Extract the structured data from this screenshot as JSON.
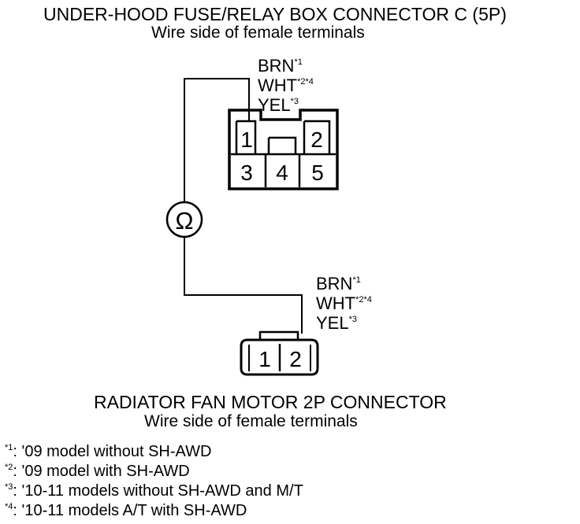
{
  "top_connector": {
    "title": "UNDER-HOOD FUSE/RELAY BOX CONNECTOR C (5P)",
    "subtitle": "Wire side of female terminals",
    "terminals": [
      "1",
      "2",
      "3",
      "4",
      "5"
    ],
    "wire_labels": [
      {
        "color": "BRN",
        "mark": "*1"
      },
      {
        "color": "WHT",
        "mark": "*2*4"
      },
      {
        "color": "YEL",
        "mark": "*3"
      }
    ]
  },
  "meter": {
    "symbol": "Ω"
  },
  "bottom_connector": {
    "title": "RADIATOR FAN MOTOR 2P CONNECTOR",
    "subtitle": "Wire side of female terminals",
    "terminals": [
      "1",
      "2"
    ],
    "wire_labels": [
      {
        "color": "BRN",
        "mark": "*1"
      },
      {
        "color": "WHT",
        "mark": "*2*4"
      },
      {
        "color": "YEL",
        "mark": "*3"
      }
    ]
  },
  "footnotes": [
    {
      "mark": "*1",
      "text": ": '09 model without SH-AWD"
    },
    {
      "mark": "*2",
      "text": ": '09 model with SH-AWD"
    },
    {
      "mark": "*3",
      "text": ": '10-11 models without SH-AWD and M/T"
    },
    {
      "mark": "*4",
      "text": ": '10-11 models A/T with SH-AWD"
    }
  ]
}
